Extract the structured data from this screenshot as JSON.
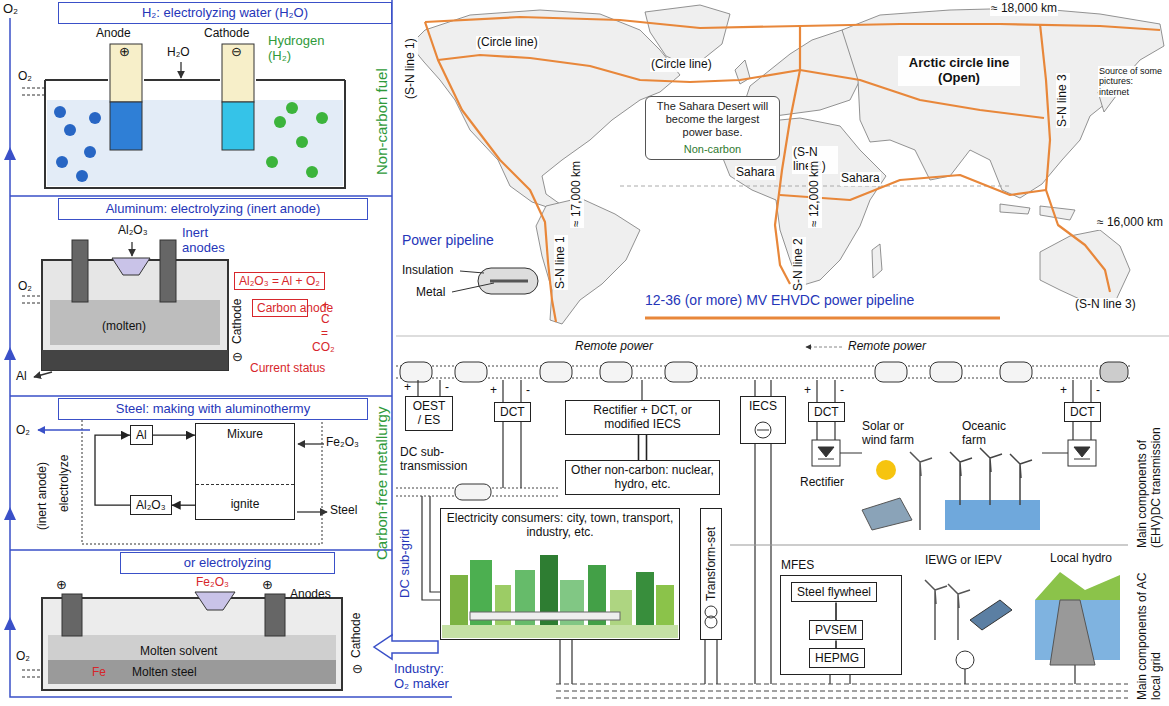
{
  "diagram": {
    "nodes": [
      {
        "text": [
          "H₂: electrolyzing water (H₂O)"
        ]
      },
      {
        "text": [
          "Aluminum: electrolyzing (inert anode)"
        ]
      },
      {
        "text": [
          "Al₂O₃ = Al + O₂"
        ]
      },
      {
        "text": [
          "Carbon anode"
        ]
      },
      {
        "text": [
          "Steel: making with aluminothermy"
        ]
      },
      {
        "text": [
          "Al"
        ]
      },
      {
        "text": [
          "Mixure",
          "ignite"
        ]
      },
      {
        "text": [
          "Al₂O₃"
        ]
      },
      {
        "text": [
          "or electrolyzing"
        ]
      },
      {
        "text": [
          "The Sahara Desert will become the largest power base.",
          "Non-carbon"
        ]
      },
      {
        "text": [
          "OEST / ES"
        ]
      },
      {
        "text": [
          "DCT"
        ]
      },
      {
        "text": [
          "Rectifier + DCT, or modified IECS"
        ]
      },
      {
        "text": [
          "Other non-carbon: nuclear, hydro, etc."
        ]
      },
      {
        "text": [
          "IECS"
        ]
      },
      {
        "text": [
          "DCT"
        ]
      },
      {
        "text": [
          "DCT"
        ]
      },
      {
        "text": [
          "Electricity consumers: city, town, transport, industry, etc."
        ]
      },
      {
        "text": [
          "Transform-set"
        ]
      },
      {
        "text": [
          "MFES"
        ]
      },
      {
        "text": [
          "Steel flywheel"
        ],
        "in": 19
      },
      {
        "text": [
          "PVSEM"
        ],
        "in": 19
      },
      {
        "text": [
          "HEPMG"
        ],
        "in": 19
      }
    ],
    "edges": [
      {
        "from": 5,
        "to": 6,
        "arrow": "to"
      },
      {
        "from": 6,
        "to": 7,
        "arrow": "to"
      },
      {
        "from": 7,
        "to": 5,
        "arrow": "to"
      },
      {
        "from": 12,
        "to": 13,
        "arrow": "none"
      },
      {
        "from": 20,
        "to": 21,
        "arrow": "none"
      },
      {
        "from": 21,
        "to": 22,
        "arrow": "none"
      }
    ],
    "labels": [
      "O₂",
      "Anode",
      "Cathode",
      "⊕",
      "⊖",
      "H₂O",
      "Hydrogen (H₂)",
      "O₂",
      "Al₂O₃",
      "Inert anodes",
      "(molten)",
      "Cathode",
      "⊖",
      "Al",
      "O₂",
      "+",
      "C",
      "=",
      "CO₂",
      "Current status",
      "O₂",
      "(inert anode)",
      "electrolyze",
      "Fe₂O₃",
      "Steel",
      "Fe₂O₃",
      "⊕",
      "⊕",
      "Anodes",
      "Molten solvent",
      "Fe",
      "Molten steel",
      "Cathode",
      "⊖",
      "O₂",
      "Non-carbon fuel",
      "Carbon-free metallurgy",
      "Industry: O₂ maker",
      "(Circle line)",
      "(Circle line)",
      "(S-N line 1)",
      "≈ 18,000 km",
      "Arctic circle line (Open)",
      "S-N line 3",
      "Source of some pictures: internet",
      "(S-N line 2)",
      "Sahara",
      "Sahara",
      "S-N line 1",
      "≈ 17,000 km",
      "S-N line 2",
      "≈ 12,000 km",
      "≈ 16,000 km",
      "(S-N line 3)",
      "Power pipeline",
      "Insulation",
      "Metal",
      "12-36 (or more) MV EHVDC power pipeline",
      "Remote power",
      "Remote power",
      "DC sub-transmission",
      "Rectifier",
      "Solar or wind farm",
      "Oceanic farm",
      "Main components of (EHV)DC transmission",
      "Main components of AC local grid",
      "DC sub-grid",
      "IEWG or IEPV",
      "Local hydro",
      "+",
      "-",
      "+",
      "-",
      "+",
      "-",
      "+",
      "-"
    ]
  }
}
